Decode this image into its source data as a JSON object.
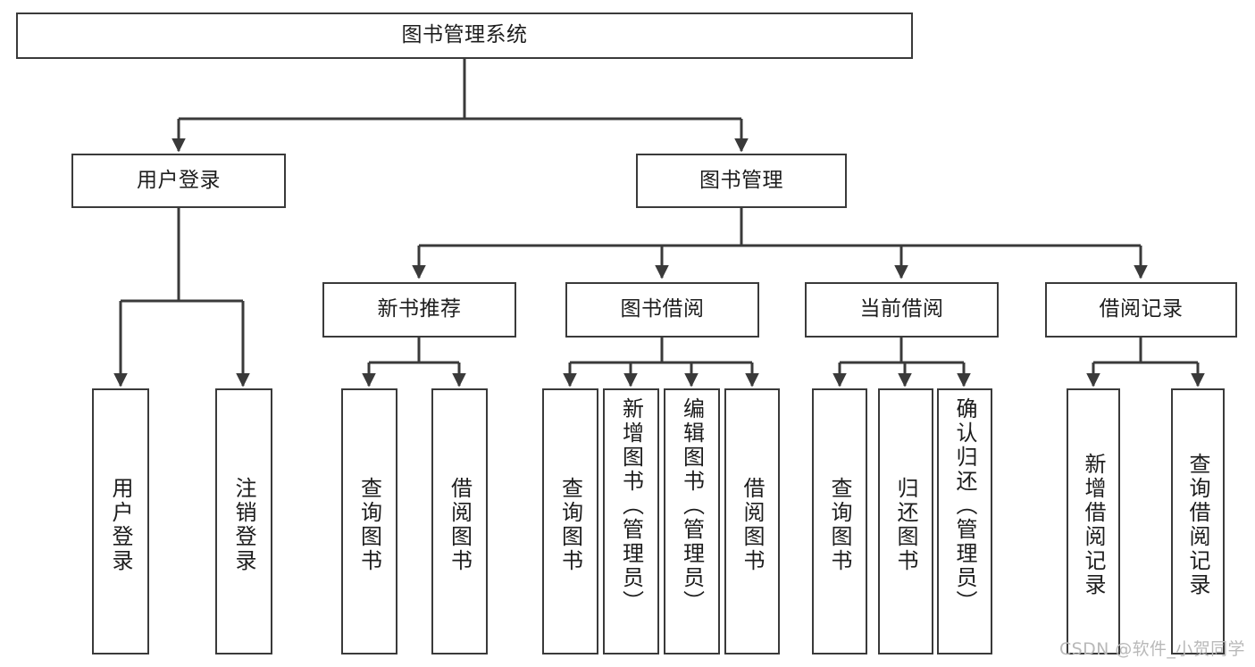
{
  "diagram": {
    "type": "tree-hierarchy-chart",
    "title": "图书管理系统",
    "watermark": "CSDN @软件_小贺同学",
    "colors": {
      "stroke": "#3a3a3a",
      "fill": "#ffffff",
      "text": "#1d1d1d",
      "watermark": "#b9b9b9"
    },
    "nodes": {
      "root": {
        "label": "图书管理系统"
      },
      "level1": [
        {
          "id": "user-login",
          "label": "用户登录"
        },
        {
          "id": "book-manage",
          "label": "图书管理"
        }
      ],
      "level2": [
        {
          "id": "new-book-rec",
          "label": "新书推荐"
        },
        {
          "id": "book-borrow",
          "label": "图书借阅"
        },
        {
          "id": "current-borrow",
          "label": "当前借阅"
        },
        {
          "id": "borrow-record",
          "label": "借阅记录"
        }
      ],
      "leaves": {
        "user-login": [
          {
            "id": "leaf-user-login",
            "label": "用户登录"
          },
          {
            "id": "leaf-logout",
            "label": "注销登录"
          }
        ],
        "new-book-rec": [
          {
            "id": "leaf-query-book-1",
            "label": "查询图书"
          },
          {
            "id": "leaf-borrow-book-1",
            "label": "借阅图书"
          }
        ],
        "book-borrow": [
          {
            "id": "leaf-query-book-2",
            "label": "查询图书"
          },
          {
            "id": "leaf-add-book",
            "label": "新增图书（管理员）"
          },
          {
            "id": "leaf-edit-book",
            "label": "编辑图书（管理员）"
          },
          {
            "id": "leaf-borrow-book-2",
            "label": "借阅图书"
          }
        ],
        "current-borrow": [
          {
            "id": "leaf-query-book-3",
            "label": "查询图书"
          },
          {
            "id": "leaf-return-book",
            "label": "归还图书"
          },
          {
            "id": "leaf-confirm-return",
            "label": "确认归还（管理员）"
          }
        ],
        "borrow-record": [
          {
            "id": "leaf-add-record",
            "label": "新增借阅记录"
          },
          {
            "id": "leaf-query-record",
            "label": "查询借阅记录"
          }
        ]
      }
    }
  }
}
